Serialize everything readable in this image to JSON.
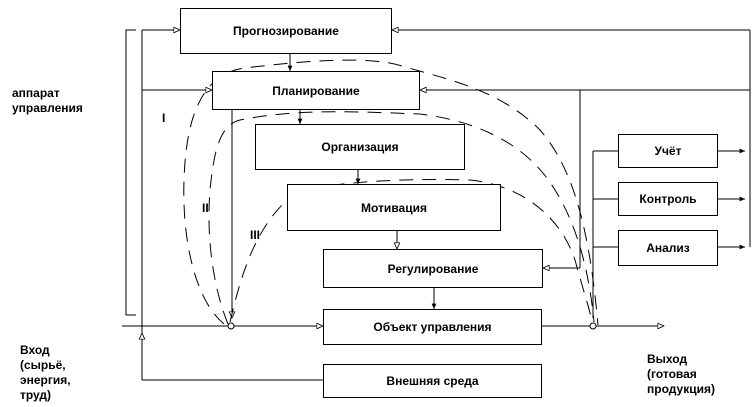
{
  "boxes": {
    "forecasting": "Прогнозирование",
    "planning": "Планирование",
    "organization": "Организация",
    "motivation": "Мотивация",
    "regulation": "Регулирование",
    "control_object": "Объект управления",
    "external_environment": "Внешняя среда",
    "accounting": "Учёт",
    "control": "Контроль",
    "analysis": "Анализ"
  },
  "labels": {
    "apparatus": "аппарат\nуправления",
    "input": "Вход\n(сырьё,\nэнергия,\nтруд)",
    "output": "Выход\n(готовая\nпродукция)",
    "loop_1": "I",
    "loop_2": "II",
    "loop_3": "III"
  }
}
